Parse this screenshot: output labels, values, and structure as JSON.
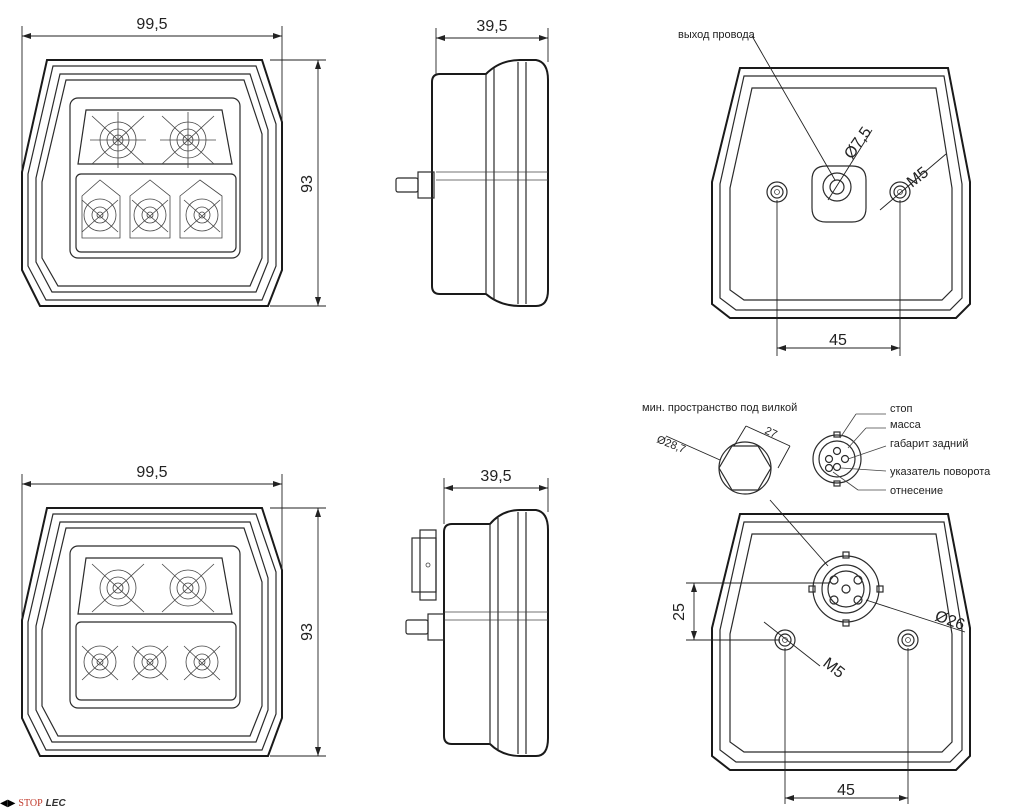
{
  "dimensions": {
    "width_top": "99,5",
    "height_top": "93",
    "depth_top": "39,5",
    "bolt_spacing_top": "45",
    "width_bottom": "99,5",
    "height_bottom": "93",
    "depth_bottom": "39,5",
    "bolt_spacing_bottom": "45",
    "hole_dia": "Ø7,5",
    "thread_top": "M5",
    "thread_bottom": "M5",
    "socket_offset": "25",
    "socket_dia": "Ø26",
    "clearance_dia": "Ø28,7",
    "clearance_width": "27"
  },
  "labels": {
    "wire_exit": "выход провода",
    "min_space": "мин. пространство под вилкой",
    "pins": [
      "стоп",
      "масса",
      "габарит задний",
      "указатель поворота",
      "отнесение"
    ]
  },
  "logo": {
    "stop": "STOP",
    "lec": "LEC"
  },
  "colors": {
    "line": "#2b2b2b",
    "background": "#ffffff",
    "logo_red": "#c0392b"
  }
}
